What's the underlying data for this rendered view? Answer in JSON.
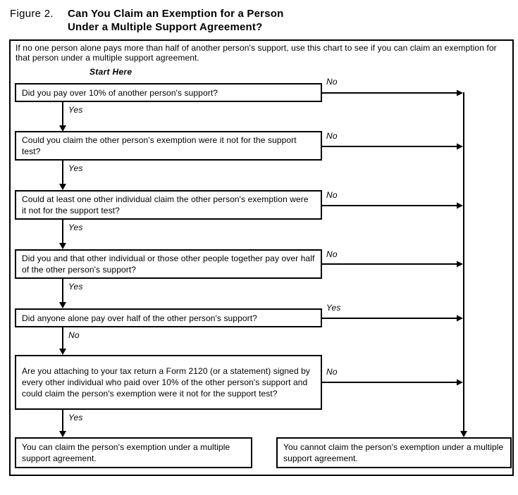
{
  "header": {
    "figure_label": "Figure 2.",
    "title_line1": "Can You Claim an Exemption for a Person",
    "title_line2": "Under a Multiple Support Agreement?"
  },
  "intro": "If no one person alone pays more than half of another person's support, use this chart to see if you can claim an exemption for that person under a multiple support agreement.",
  "start_label": "Start Here",
  "colors": {
    "ink": "#000000",
    "background": "#ffffff"
  },
  "flowchart": {
    "questions": [
      {
        "text": "Did you pay over 10% of another person's support?",
        "side_label": "No",
        "down_label": "Yes"
      },
      {
        "text": "Could you claim the other person's exemption were it not for the support test?",
        "side_label": "No",
        "down_label": "Yes"
      },
      {
        "text": "Could at least one other individual claim the other person's exemption were it not for the support test?",
        "side_label": "No",
        "down_label": "Yes"
      },
      {
        "text": "Did you and that other individual or those other people together pay over half of the other person's support?",
        "side_label": "No",
        "down_label": "Yes"
      },
      {
        "text": "Did anyone alone pay over half of the other person's support?",
        "side_label": "Yes",
        "down_label": "No"
      },
      {
        "text": "Are you attaching to your tax return a Form 2120 (or a statement) signed by every other individual who paid over 10% of the other person's support and could claim the person's exemption were it not for the support test?",
        "side_label": "No",
        "down_label": "Yes"
      }
    ],
    "results": {
      "yes": "You can claim the person's exemption under a multiple support agreement.",
      "no": "You cannot claim the person's exemption under a multiple support agreement."
    }
  }
}
